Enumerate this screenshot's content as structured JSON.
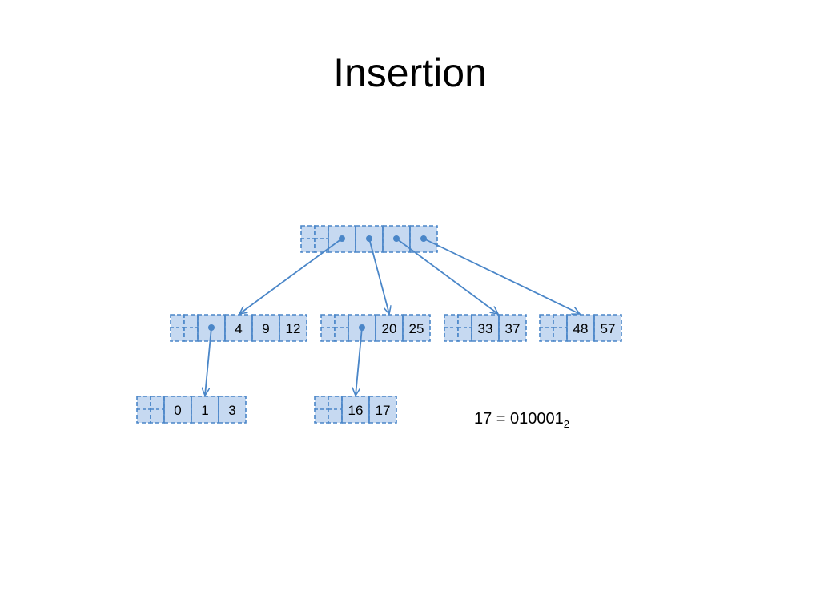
{
  "title": "Insertion",
  "nodes": {
    "root": {
      "keys": []
    },
    "a": {
      "keys": [
        "4",
        "9",
        "12"
      ]
    },
    "b": {
      "keys": [
        "20",
        "25"
      ]
    },
    "c": {
      "keys": [
        "33",
        "37"
      ]
    },
    "d": {
      "keys": [
        "48",
        "57"
      ]
    },
    "e": {
      "keys": [
        "0",
        "1",
        "3"
      ]
    },
    "f": {
      "keys": [
        "16",
        "17"
      ]
    }
  },
  "equation": {
    "lhs": "17 = 010001",
    "base": "2"
  },
  "colors": {
    "fill": "#c6d9f1",
    "stroke": "#4a86c8"
  }
}
